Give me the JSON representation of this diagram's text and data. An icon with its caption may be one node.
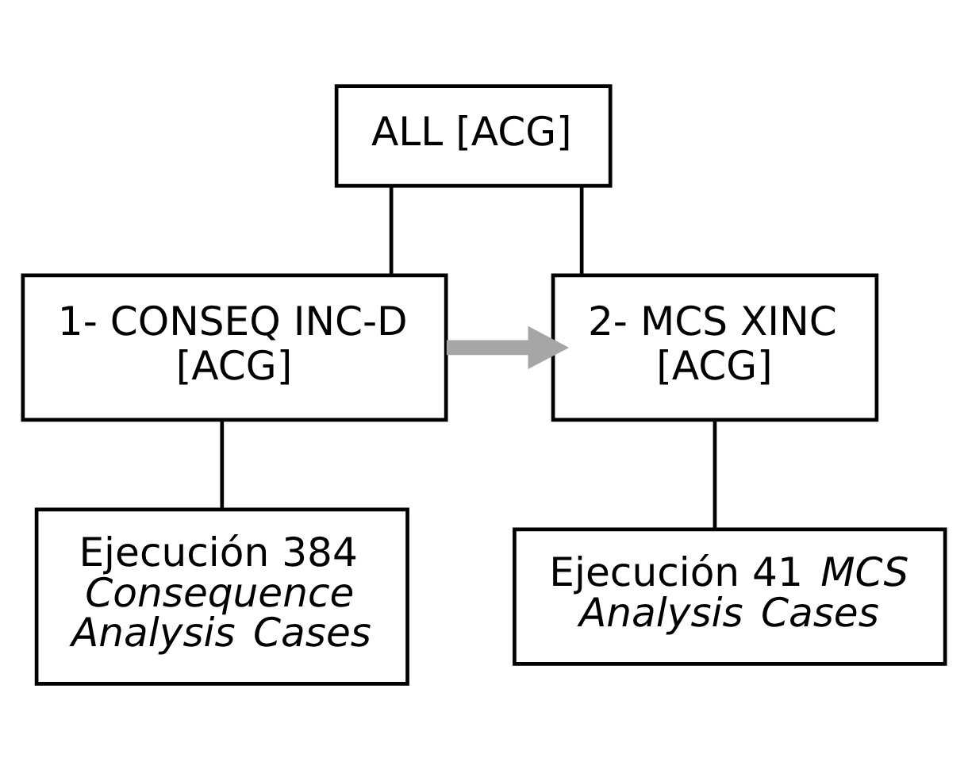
{
  "diagram": {
    "nodes": [
      {
        "text": [
          "ALL [ACG]"
        ]
      },
      {
        "text": [
          "1- CONSEQ INC-D [ACG]"
        ]
      },
      {
        "text": [
          "2- MCS XINC [ACG]"
        ]
      },
      {
        "text": [
          "Ejecución 384 *Consequence Analysis Cases*"
        ]
      },
      {
        "text": [
          "Ejecución 41 *MCS Analysis Cases*"
        ]
      }
    ],
    "edges": [
      {
        "from": 0,
        "to": 1,
        "arrow": "none"
      },
      {
        "from": 0,
        "to": 2,
        "arrow": "none"
      },
      {
        "from": 1,
        "to": 2,
        "arrow": "to",
        "style": "thick",
        "color": "#a6a6a6"
      },
      {
        "from": 1,
        "to": 3,
        "arrow": "none"
      },
      {
        "from": 2,
        "to": 4,
        "arrow": "none"
      }
    ]
  }
}
